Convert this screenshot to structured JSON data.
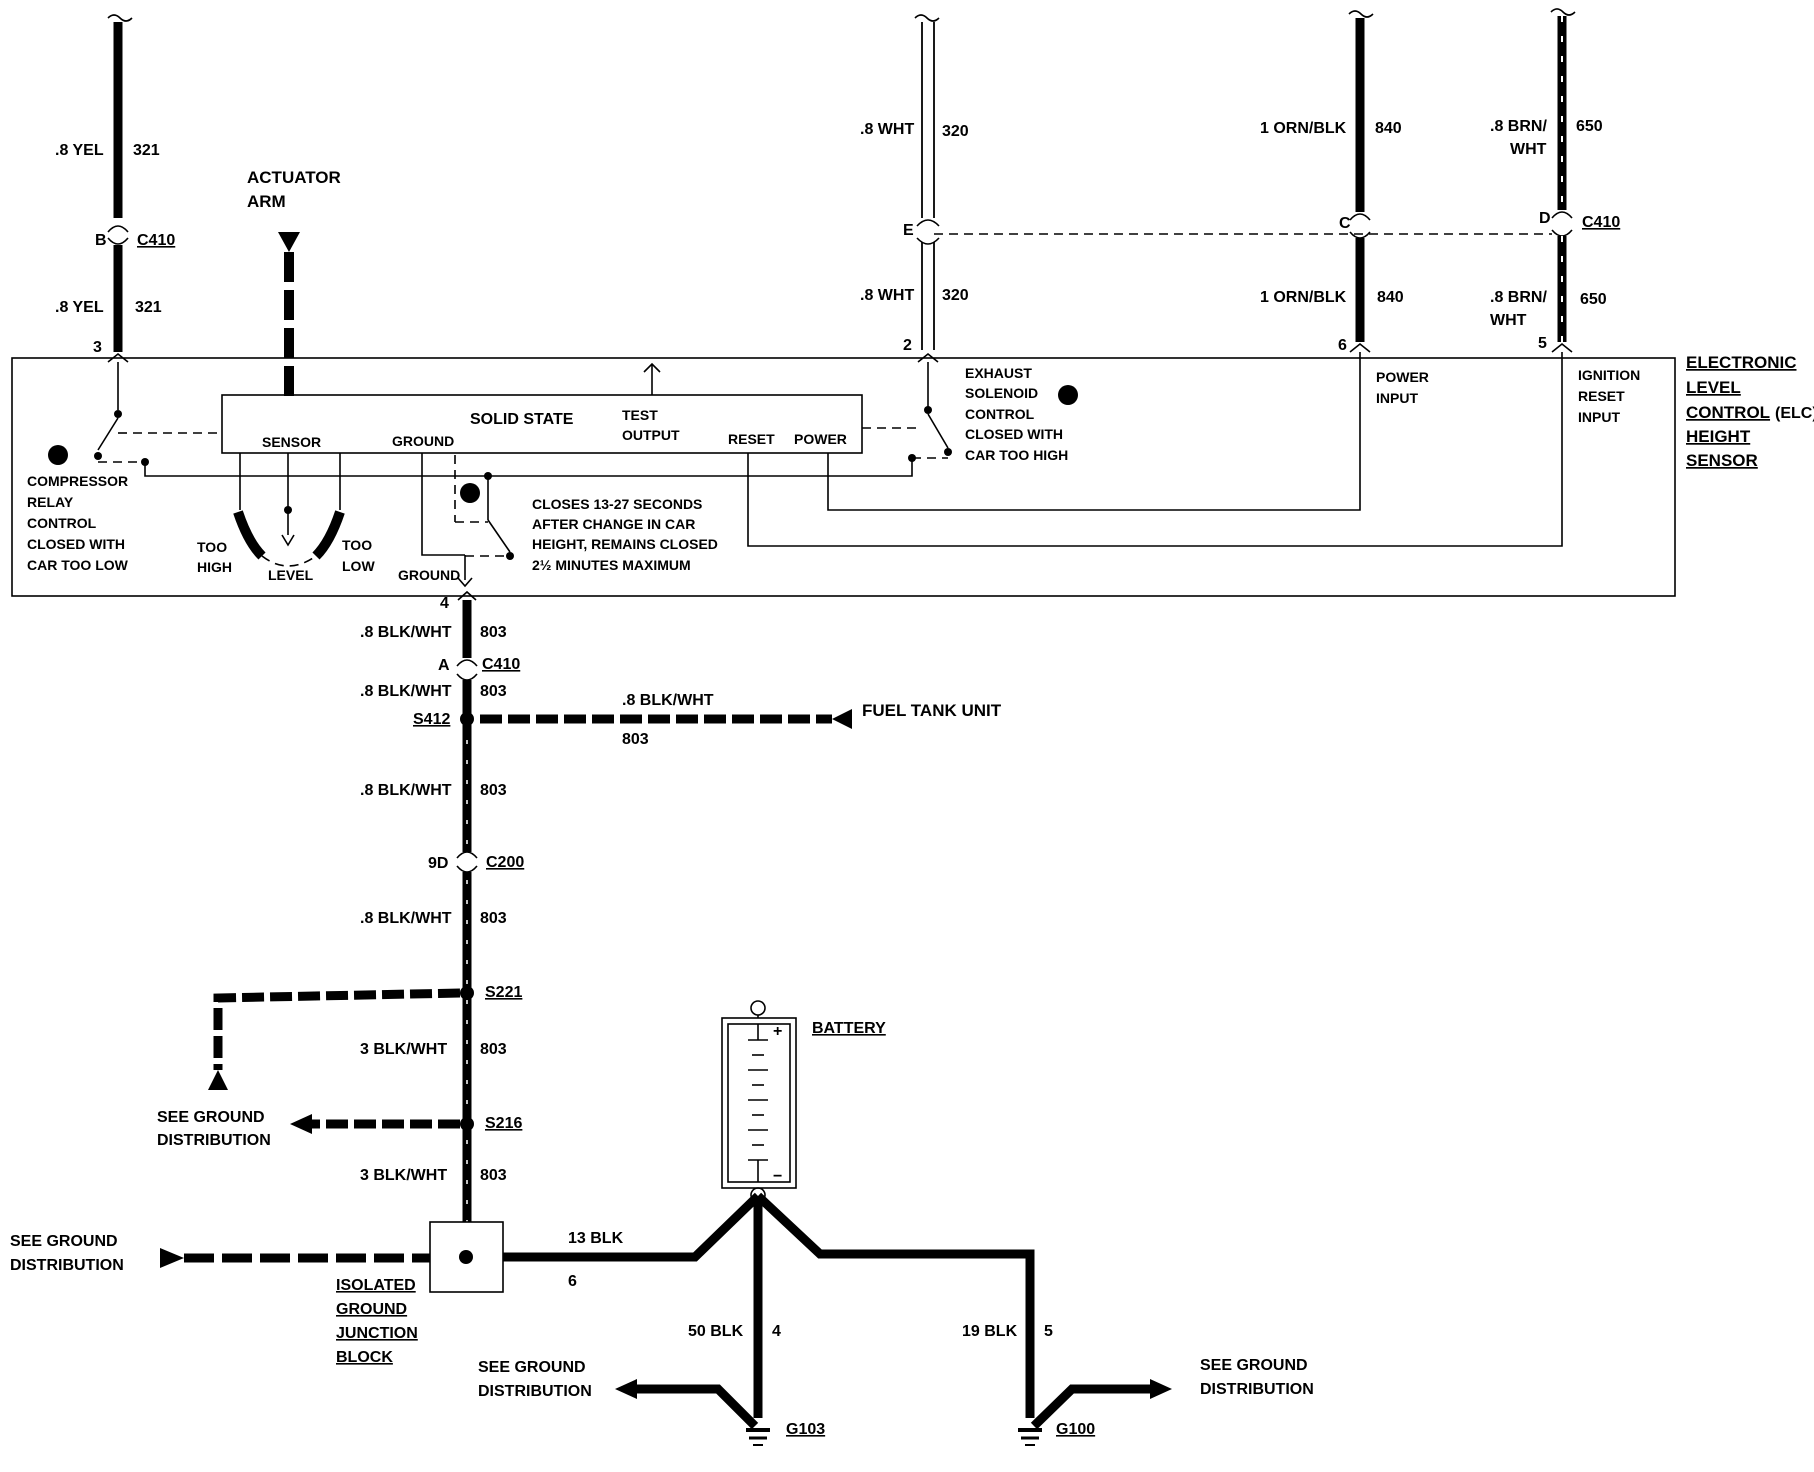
{
  "module": {
    "title_lines": [
      "ELECTRONIC",
      "LEVEL",
      "CONTROL",
      "(ELC)",
      "HEIGHT",
      "SENSOR"
    ],
    "solid_state": "SOLID STATE",
    "sensor": "SENSOR",
    "ground_inside": "GROUND",
    "test_output": [
      "TEST",
      "OUTPUT"
    ],
    "reset": "RESET",
    "power": "POWER",
    "ground_bottom": "GROUND",
    "too_high": [
      "TOO",
      "HIGH"
    ],
    "level": "LEVEL",
    "too_low": [
      "TOO",
      "LOW"
    ]
  },
  "actuator": [
    "ACTUATOR",
    "ARM"
  ],
  "callouts": {
    "A": "A",
    "B": "B",
    "C": "C",
    "compressor": [
      "COMPRESSOR",
      "RELAY",
      "CONTROL",
      "CLOSED WITH",
      "CAR TOO LOW"
    ],
    "exhaust": [
      "EXHAUST",
      "SOLENOID",
      "CONTROL",
      "CLOSED WITH",
      "CAR TOO HIGH"
    ],
    "closes": [
      "CLOSES 13-27 SECONDS",
      "AFTER CHANGE IN CAR",
      "HEIGHT, REMAINS CLOSED",
      "2½ MINUTES MAXIMUM"
    ],
    "power_input": [
      "POWER",
      "INPUT"
    ],
    "ignition": [
      "IGNITION",
      "RESET",
      "INPUT"
    ]
  },
  "wires": {
    "yel_color": ".8 YEL",
    "yel_circuit": "321",
    "yel_pin_b": "B",
    "yel_pin": "3",
    "wht_color": ".8 WHT",
    "wht_circuit": "320",
    "wht_pin_e": "E",
    "wht_pin": "2",
    "orn_color": "1 ORN/BLK",
    "orn_circuit": "840",
    "orn_pin_c": "C",
    "orn_pin": "6",
    "brn_color": [
      ".8 BRN/",
      "WHT"
    ],
    "brn_circuit": "650",
    "brn_pin_d": "D",
    "brn_pin": "5",
    "c410": "C410",
    "gnd_pin": "4",
    "gnd_color": ".8 BLK/WHT",
    "gnd_circuit": "803",
    "gnd_pin_a": "A",
    "c200_pin": "9D",
    "c200": "C200",
    "heavy_color": "3 BLK/WHT",
    "s412": "S412",
    "s221": "S221",
    "s216": "S216",
    "fuel_color": ".8 BLK/WHT",
    "fuel_circuit": "803",
    "fuel_tank": "FUEL TANK UNIT"
  },
  "ground": {
    "see_ground": [
      "SEE GROUND",
      "DISTRIBUTION"
    ],
    "isolated": [
      "ISOLATED",
      "GROUND",
      "JUNCTION",
      "BLOCK"
    ],
    "blk13": "13 BLK",
    "pin6": "6",
    "battery": "BATTERY",
    "plus": "+",
    "minus": "−",
    "blk50": "50 BLK",
    "pin4": "4",
    "blk19": "19 BLK",
    "pin5": "5",
    "g103": "G103",
    "g100": "G100"
  }
}
